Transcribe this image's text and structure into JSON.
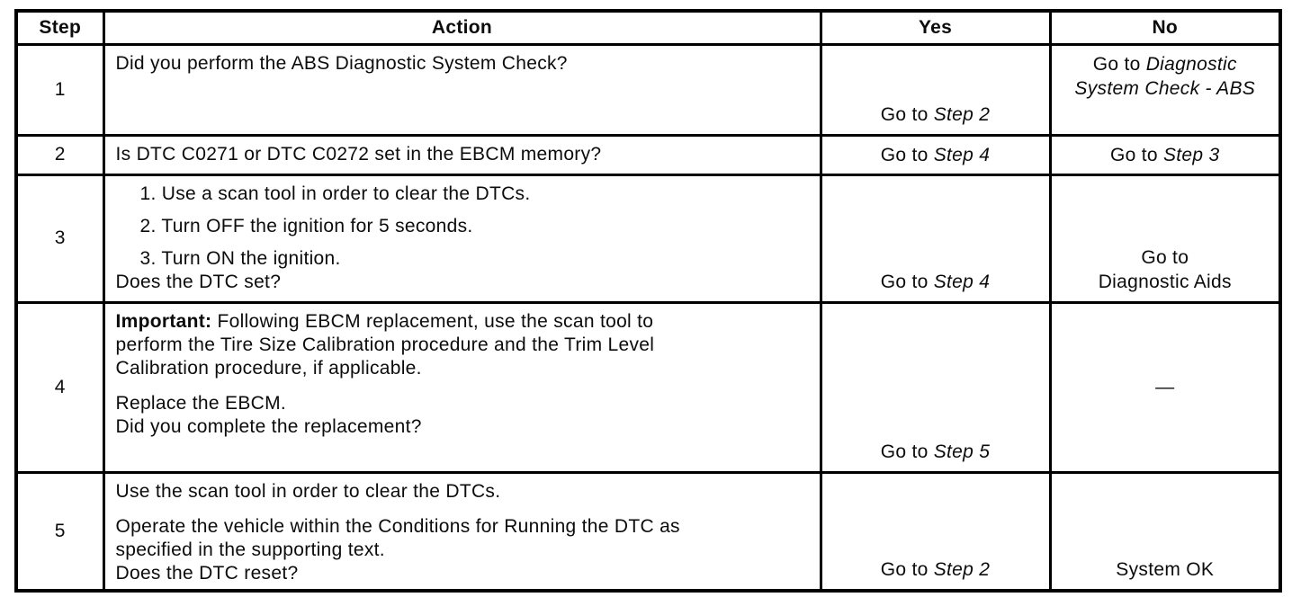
{
  "colors": {
    "background": "#ffffff",
    "text": "#0c0c0c",
    "border": "#000000"
  },
  "table": {
    "headers": {
      "step": "Step",
      "action": "Action",
      "yes": "Yes",
      "no": "No"
    },
    "rows": [
      {
        "step": "1",
        "action": {
          "question": "Did you perform the ABS Diagnostic System Check?"
        },
        "yes": {
          "prefix": "Go to ",
          "italic": "Step 2"
        },
        "no": {
          "prefix": "Go to ",
          "italic": "Diagnostic\nSystem Check - ABS"
        }
      },
      {
        "step": "2",
        "action": {
          "question": "Is DTC C0271 or DTC C0272 set in the EBCM memory?"
        },
        "yes": {
          "prefix": "Go to ",
          "italic": "Step 4"
        },
        "no": {
          "prefix": "Go to ",
          "italic": "Step 3"
        }
      },
      {
        "step": "3",
        "action": {
          "list": [
            "1. Use a scan tool in order to clear the DTCs.",
            "2. Turn OFF the ignition for 5 seconds.",
            "3. Turn ON the ignition."
          ],
          "question": "Does the DTC set?"
        },
        "yes": {
          "prefix": "Go to ",
          "italic": "Step 4"
        },
        "no": {
          "text": "Go to\nDiagnostic Aids"
        }
      },
      {
        "step": "4",
        "action": {
          "important_label": "Important:",
          "important_text": " Following EBCM replacement, use the scan tool to\nperform the Tire Size Calibration procedure and the Trim Level\nCalibration procedure, if applicable.",
          "paragraph": "Replace the EBCM.",
          "question": "Did you complete the replacement?"
        },
        "yes": {
          "prefix": "Go to ",
          "italic": "Step 5"
        },
        "no": {
          "text": "—"
        }
      },
      {
        "step": "5",
        "action": {
          "paragraphs": [
            "Use the scan tool in order to clear the DTCs.",
            "Operate the vehicle within the Conditions for Running the DTC as\nspecified in the supporting text."
          ],
          "question": "Does the DTC reset?"
        },
        "yes": {
          "prefix": "Go to ",
          "italic": "Step 2"
        },
        "no": {
          "text": "System OK"
        }
      }
    ]
  }
}
